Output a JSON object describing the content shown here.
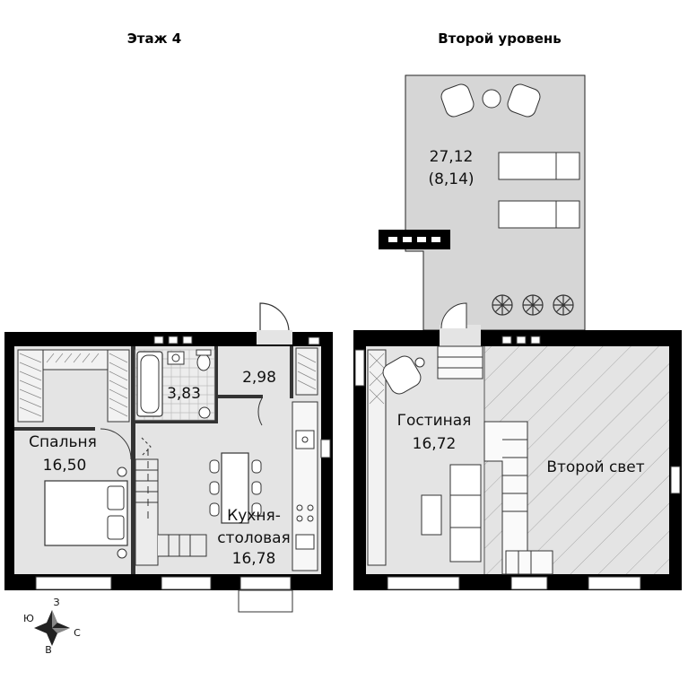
{
  "floor_titles": {
    "left": "Этаж 4",
    "right": "Второй уровень"
  },
  "rooms": {
    "bedroom": {
      "name": "Спальня",
      "area": "16,50"
    },
    "bathroom": {
      "area": "3,83"
    },
    "hall": {
      "area": "2,98"
    },
    "kitchen": {
      "name_line1": "Кухня-",
      "name_line2": "столовая",
      "area": "16,78"
    },
    "living": {
      "name": "Гостиная",
      "area": "16,72"
    },
    "second_light": {
      "name": "Второй свет"
    },
    "terrace": {
      "area": "27,12",
      "area_reduced": "(8,14)"
    }
  },
  "compass": {
    "north": "З",
    "east": "С",
    "south": "В",
    "west": "Ю"
  },
  "colors": {
    "room_fill": "#e4e4e4",
    "wall": "#000000",
    "terrace_fill": "#d6d6d6"
  }
}
